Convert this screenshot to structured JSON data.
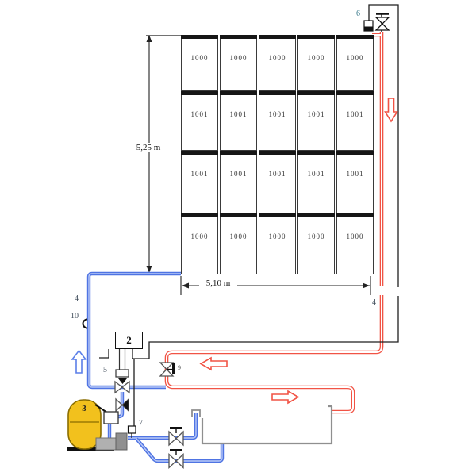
{
  "labels": {
    "controller": "2",
    "filter_pump_unit": "3",
    "cold_supply_pipe": "4",
    "hot_return_pipe": "4",
    "three_way_valve": "5",
    "collector_sensor": "6",
    "return_sensor": "7",
    "bypass_valve": "9",
    "flow_indicator": "10"
  },
  "dimensions": {
    "array_height": "5,25 m",
    "array_width": "5,10 m"
  },
  "panels": {
    "rows": [
      {
        "cells": [
          "1000",
          "1000",
          "1000",
          "1000",
          "1000"
        ]
      },
      {
        "cells": [
          "1001",
          "1001",
          "1001",
          "1001",
          "1001"
        ]
      },
      {
        "cells": [
          "1001",
          "1001",
          "1001",
          "1001",
          "1001"
        ]
      },
      {
        "cells": [
          "1000",
          "1000",
          "1000",
          "1000",
          "1000"
        ]
      }
    ]
  },
  "colors": {
    "cold_pipe": "#4f74e3",
    "hot_pipe": "#f15345",
    "tank_yellow": "#f2c11d",
    "pool_gray": "#8f8f8f",
    "wire_black": "#1f1f1f"
  }
}
